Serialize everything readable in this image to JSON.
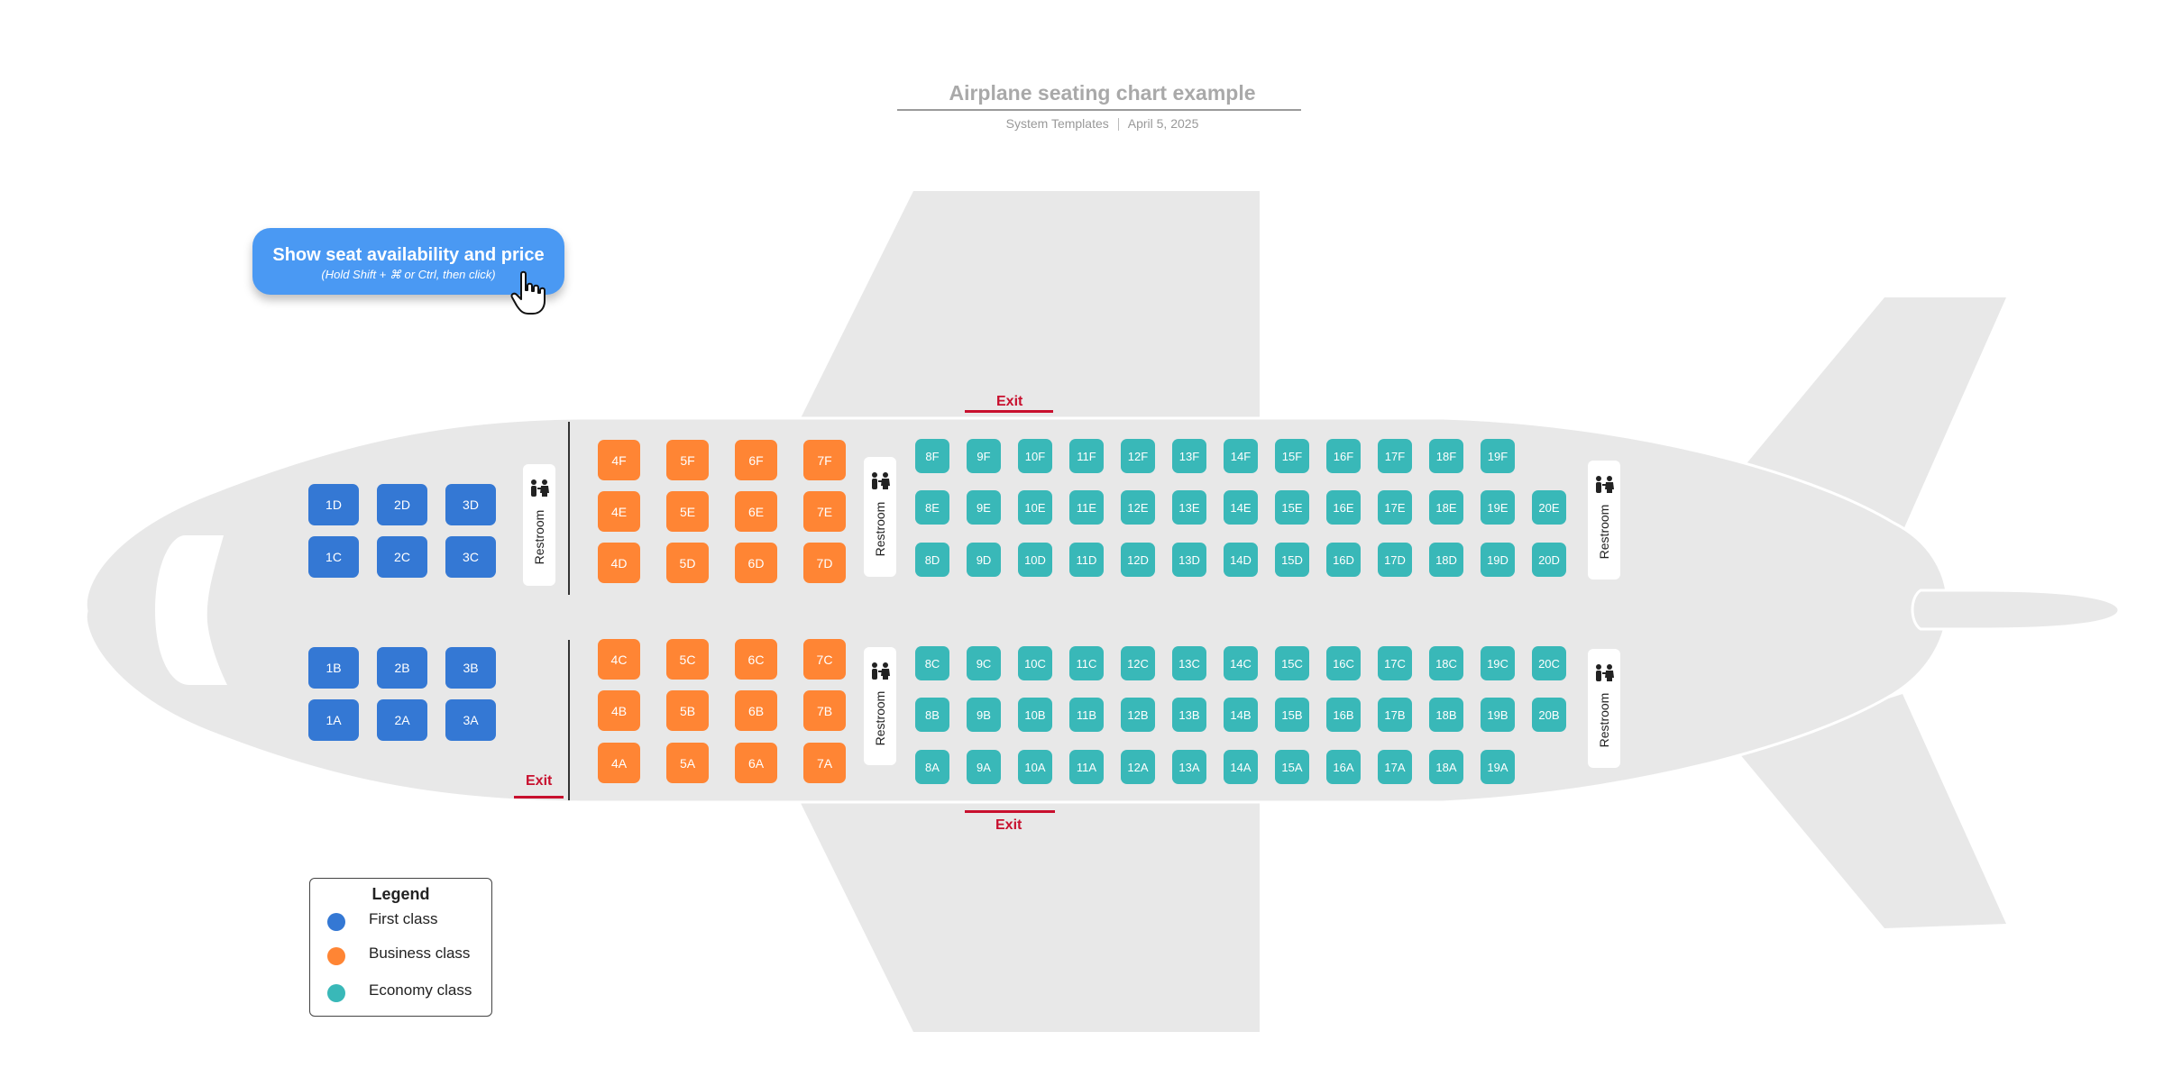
{
  "header": {
    "title": "Airplane seating chart example",
    "source": "System Templates",
    "date": "April 5, 2025"
  },
  "cta": {
    "label": "Show seat availability and price",
    "hint": "(Hold Shift + ⌘ or Ctrl, then click)"
  },
  "colors": {
    "first": "#3478d4",
    "business": "#ff8534",
    "economy": "#39b8b8",
    "fuselage": "#e8e8e8",
    "exit": "#c8102e"
  },
  "exits": [
    "Exit",
    "Exit",
    "Exit"
  ],
  "restroom_label": "Restroom",
  "legend": {
    "title": "Legend",
    "items": [
      {
        "label": "First class",
        "class": "first"
      },
      {
        "label": "Business class",
        "class": "business"
      },
      {
        "label": "Economy class",
        "class": "economy"
      }
    ]
  },
  "seats": {
    "first": [
      [
        "1D",
        "2D",
        "3D"
      ],
      [
        "1C",
        "2C",
        "3C"
      ],
      [
        "1B",
        "2B",
        "3B"
      ],
      [
        "1A",
        "2A",
        "3A"
      ]
    ],
    "business": [
      [
        "4F",
        "5F",
        "6F",
        "7F"
      ],
      [
        "4E",
        "5E",
        "6E",
        "7E"
      ],
      [
        "4D",
        "5D",
        "6D",
        "7D"
      ],
      [
        "4C",
        "5C",
        "6C",
        "7C"
      ],
      [
        "4B",
        "5B",
        "6B",
        "7B"
      ],
      [
        "4A",
        "5A",
        "6A",
        "7A"
      ]
    ],
    "economy": [
      [
        "8F",
        "9F",
        "10F",
        "11F",
        "12F",
        "13F",
        "14F",
        "15F",
        "16F",
        "17F",
        "18F",
        "19F"
      ],
      [
        "8E",
        "9E",
        "10E",
        "11E",
        "12E",
        "13E",
        "14E",
        "15E",
        "16E",
        "17E",
        "18E",
        "19E",
        "20E"
      ],
      [
        "8D",
        "9D",
        "10D",
        "11D",
        "12D",
        "13D",
        "14D",
        "15D",
        "16D",
        "17D",
        "18D",
        "19D",
        "20D"
      ],
      [
        "8C",
        "9C",
        "10C",
        "11C",
        "12C",
        "13C",
        "14C",
        "15C",
        "16C",
        "17C",
        "18C",
        "19C",
        "20C"
      ],
      [
        "8B",
        "9B",
        "10B",
        "11B",
        "12B",
        "13B",
        "14B",
        "15B",
        "16B",
        "17B",
        "18B",
        "19B",
        "20B"
      ],
      [
        "8A",
        "9A",
        "10A",
        "11A",
        "12A",
        "13A",
        "14A",
        "15A",
        "16A",
        "17A",
        "18A",
        "19A"
      ]
    ]
  }
}
